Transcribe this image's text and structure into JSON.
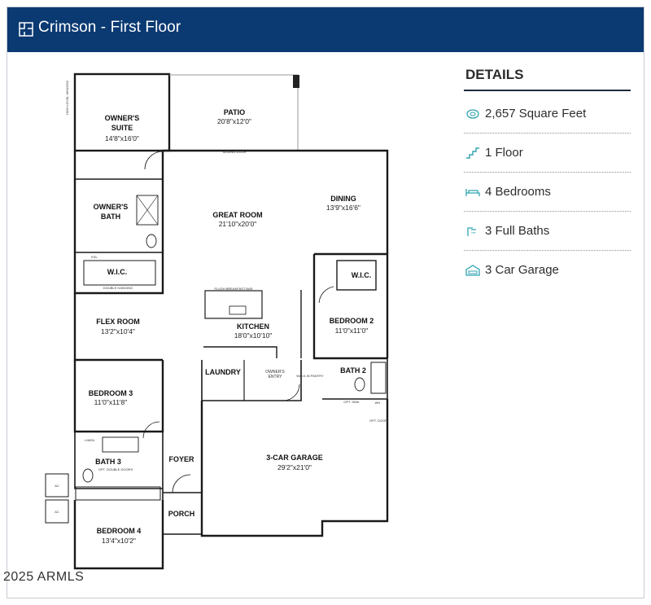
{
  "header": {
    "title": "Crimson - First Floor",
    "icon": "floorplan-icon",
    "bg": "#0b3a72"
  },
  "details": {
    "heading": "DETAILS",
    "items": [
      {
        "icon": "square-feet-icon",
        "label": "2,657 Square Feet"
      },
      {
        "icon": "stairs-icon",
        "label": "1 Floor"
      },
      {
        "icon": "bed-icon",
        "label": "4 Bedrooms"
      },
      {
        "icon": "shower-icon",
        "label": "3 Full Baths"
      },
      {
        "icon": "car-icon",
        "label": "3 Car Garage"
      }
    ],
    "icon_color": "#2fa3b0"
  },
  "rooms": {
    "owners_suite": {
      "name1": "OWNER'S",
      "name2": "SUITE",
      "dims": "14'8\"x16'0\""
    },
    "patio": {
      "name": "PATIO",
      "dims": "20'8\"x12'0\""
    },
    "owners_bath": {
      "name1": "OWNER'S",
      "name2": "BATH"
    },
    "great_room": {
      "name": "GREAT ROOM",
      "dims": "21'10\"x20'0\""
    },
    "dining": {
      "name": "DINING",
      "dims": "13'9\"x16'6\""
    },
    "wic_owner": {
      "name": "W.I.C."
    },
    "wic_bed2": {
      "name": "W.I.C."
    },
    "flex_room": {
      "name": "FLEX ROOM",
      "dims": "13'2\"x10'4\""
    },
    "kitchen": {
      "name": "KITCHEN",
      "dims": "18'0\"x10'10\""
    },
    "bedroom2": {
      "name": "BEDROOM 2",
      "dims": "11'0\"x11'0\""
    },
    "laundry": {
      "name": "LAUNDRY"
    },
    "owners_entry": {
      "name1": "OWNER'S",
      "name2": "ENTRY"
    },
    "bath2": {
      "name": "BATH 2"
    },
    "bedroom3": {
      "name": "BEDROOM 3",
      "dims": "11'0\"x11'8\""
    },
    "bath3": {
      "name": "BATH 3"
    },
    "foyer": {
      "name": "FOYER"
    },
    "garage": {
      "name": "3-CAR GARAGE",
      "dims": "29'2\"x21'0\""
    },
    "porch": {
      "name": "PORCH"
    },
    "bedroom4": {
      "name": "BEDROOM 4",
      "dims": "13'4\"x10'2\""
    }
  },
  "small_labels": {
    "ac1": "AC",
    "ac2": "AC",
    "linen": "LINEN",
    "double_hanging": "DOUBLE HANGING",
    "flush_breakfast_bar": "FLUSH BREAKFAST BAR",
    "walk_in_pantry": "WALK-IN PANTRY",
    "opt_double_doors": "OPT. DOUBLE DOORS",
    "esl": "ESL",
    "wh": "WH",
    "opt_door": "OPT. DOOR",
    "sliding_door": "SLIDING DOOR",
    "opt_sink": "OPT. SINK",
    "high_level_window": "HIGH LEVEL WINDOW"
  },
  "copyright": "2025 ARMLS"
}
